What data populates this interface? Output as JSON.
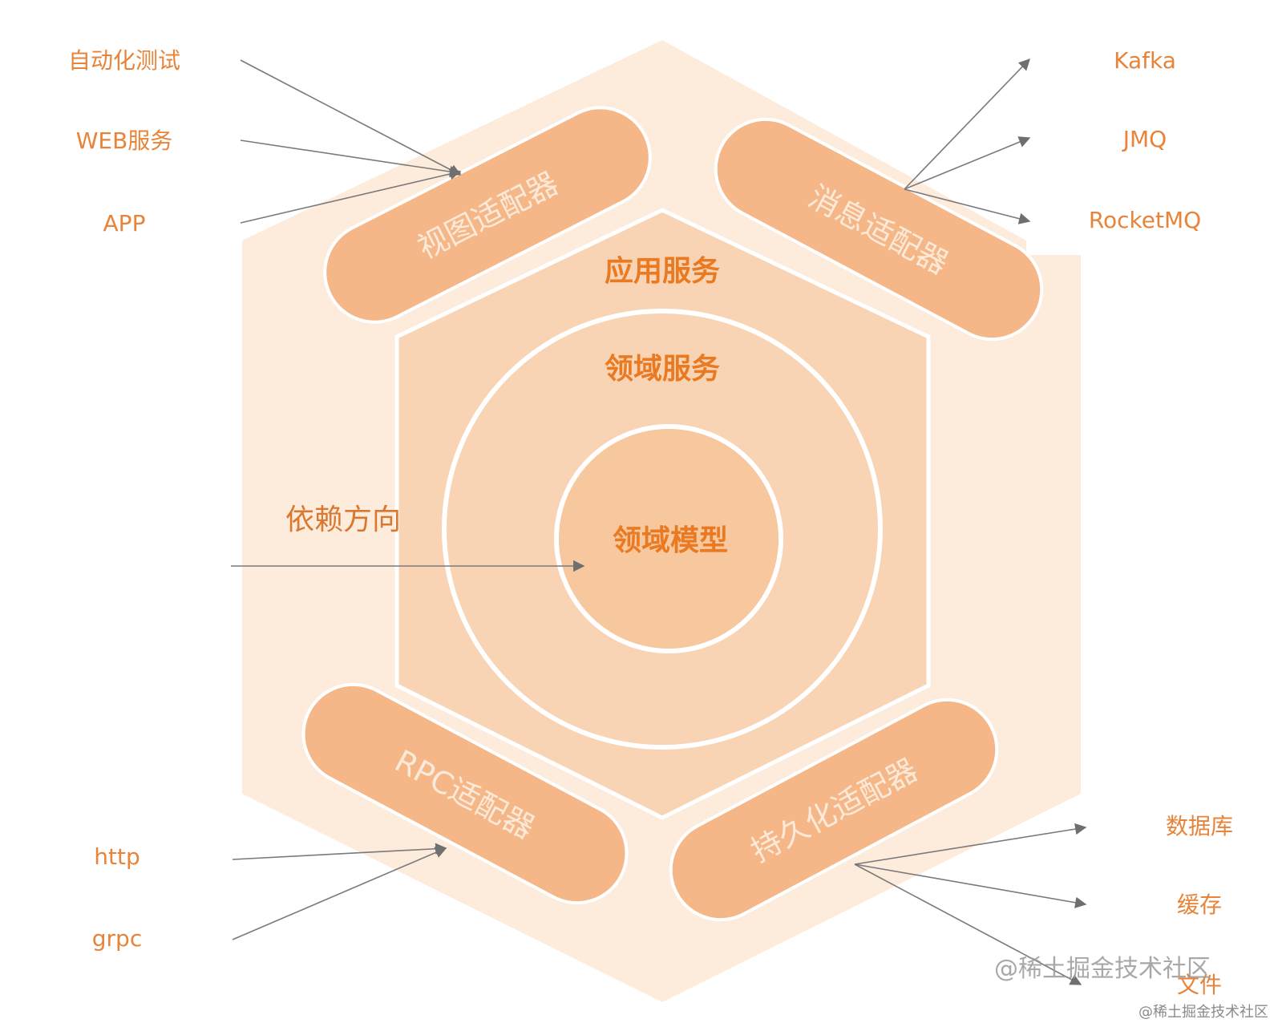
{
  "labels": {
    "core_app": "应用服务",
    "core_domain_service": "领域服务",
    "core_domain_model": "领域模型",
    "dependency_direction": "依赖方向"
  },
  "adapters": {
    "view": "视图适配器",
    "message": "消息适配器",
    "rpc": "RPC适配器",
    "persistence": "持久化适配器"
  },
  "inputs_view": [
    "自动化测试",
    "WEB服务",
    "APP"
  ],
  "outputs_message": [
    "Kafka",
    "JMQ",
    "RocketMQ"
  ],
  "inputs_rpc": [
    "http",
    "grpc"
  ],
  "outputs_persistence": [
    "数据库",
    "缓存",
    "文件"
  ],
  "watermark": {
    "main": "@稀土掘金技术社区",
    "corner": "@稀土掘金技术社区"
  },
  "colors": {
    "outer_hex": "#fde9d9",
    "inner_hex": "#f9d2b0",
    "ring": "#f9d2b0",
    "center": "#f9c9a1",
    "pill": "#f5b787",
    "text_orange": "#e8833a",
    "arrow": "#7a7a7a"
  }
}
